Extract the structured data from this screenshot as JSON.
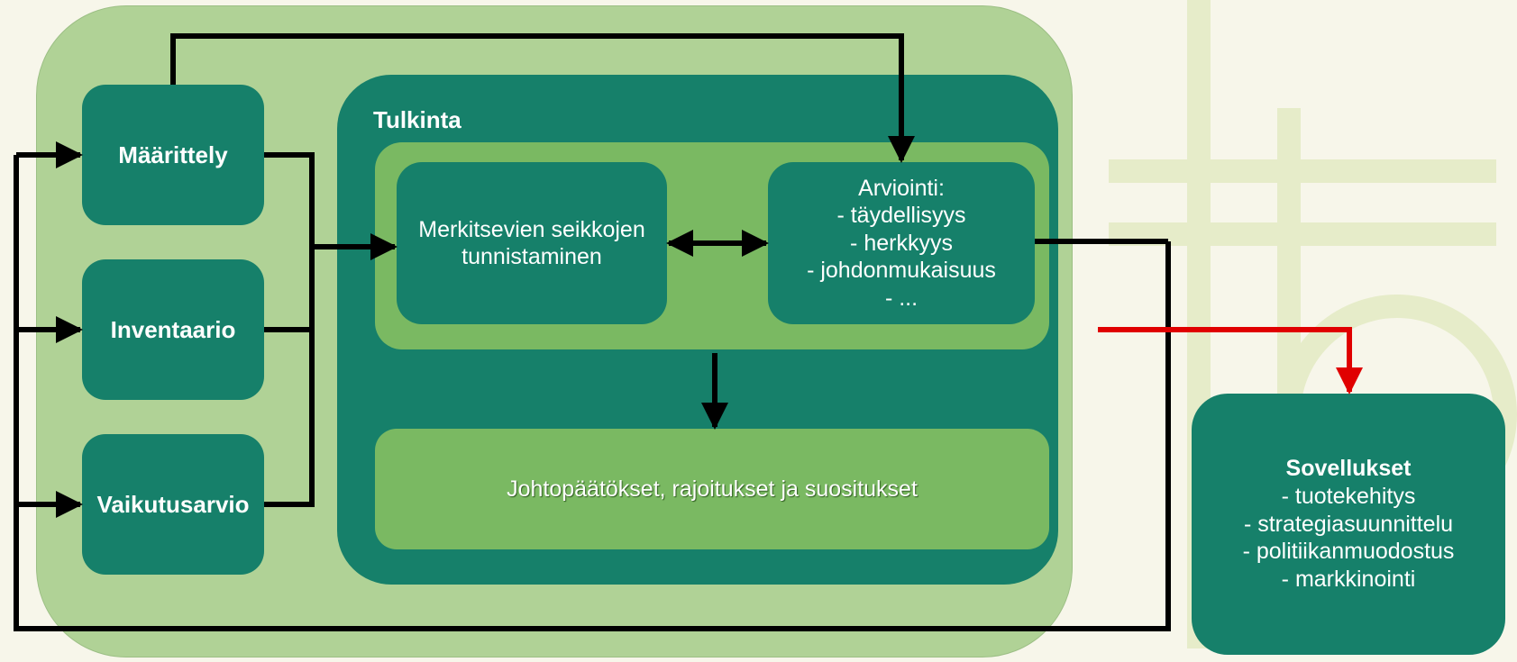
{
  "diagram": {
    "phases": {
      "maarittely": "Määrittely",
      "inventaario": "Inventaario",
      "vaikutusarvio": "Vaikutusarvio"
    },
    "tulkinta": {
      "title": "Tulkinta",
      "identification": [
        "Merkitsevien seikkojen",
        "tunnistaminen"
      ],
      "evaluation": [
        "Arviointi:",
        "- täydellisyys",
        "- herkkyys",
        "- johdonmukaisuus",
        "- ..."
      ],
      "conclusions": "Johtopäätökset, rajoitukset ja suositukset"
    },
    "applications": {
      "title": "Sovellukset",
      "items": [
        "- tuotekehitys",
        "- strategiasuunnittelu",
        "- politiikanmuodostus",
        "- markkinointi"
      ]
    },
    "colors": {
      "dark_green": "#16806a",
      "mid_green": "#7ab962",
      "light_green": "#b0d296",
      "arrow": "#000000",
      "highlight_arrow": "#e00000"
    }
  }
}
